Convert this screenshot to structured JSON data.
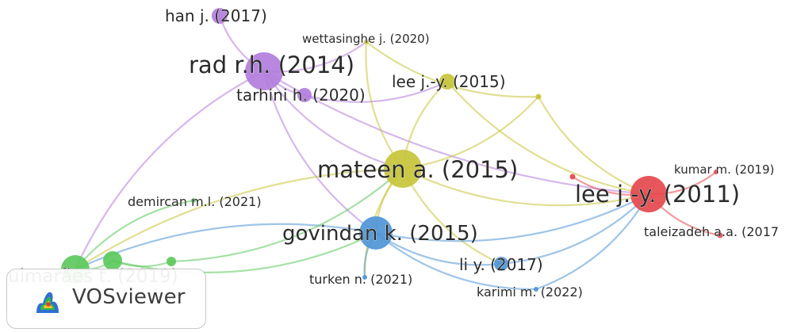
{
  "app": {
    "name": "VOSviewer"
  },
  "colors": {
    "purple": "#b27ddc",
    "yellow": "#c7c43a",
    "red": "#e5484d",
    "blue": "#4f95d6",
    "green": "#5cc95c"
  },
  "network": {
    "nodes": [
      {
        "id": "han2017",
        "label": "han j. (2017)",
        "cluster": "purple",
        "weight": 2
      },
      {
        "id": "rad2014",
        "label": "rad r.h. (2014)",
        "cluster": "purple",
        "weight": 10
      },
      {
        "id": "tarhini2020",
        "label": "tarhini h. (2020)",
        "cluster": "purple",
        "weight": 2
      },
      {
        "id": "wettasinghe2020",
        "label": "wettasinghe j. (2020)",
        "cluster": "yellow",
        "weight": 1
      },
      {
        "id": "lee2015",
        "label": "lee j.-y. (2015)",
        "cluster": "yellow",
        "weight": 2
      },
      {
        "id": "mateen2015",
        "label": "mateen a. (2015)",
        "cluster": "yellow",
        "weight": 9
      },
      {
        "id": "y_small",
        "label": "",
        "cluster": "yellow",
        "weight": 1
      },
      {
        "id": "lee2011",
        "label": "lee j.-y. (2011)",
        "cluster": "red",
        "weight": 9
      },
      {
        "id": "kumar2019",
        "label": "kumar m. (2019)",
        "cluster": "red",
        "weight": 1
      },
      {
        "id": "taleizadeh2017",
        "label": "taleizadeh a.a. (2017",
        "cluster": "red",
        "weight": 1
      },
      {
        "id": "r_small",
        "label": "",
        "cluster": "red",
        "weight": 1
      },
      {
        "id": "govindan2015",
        "label": "govindan k. (2015)",
        "cluster": "blue",
        "weight": 8
      },
      {
        "id": "li2017",
        "label": "li y. (2017)",
        "cluster": "blue",
        "weight": 2
      },
      {
        "id": "turken2021",
        "label": "turken n. (2021)",
        "cluster": "blue",
        "weight": 1
      },
      {
        "id": "karimi2022",
        "label": "karimi m. (2022)",
        "cluster": "blue",
        "weight": 1
      },
      {
        "id": "demircan2021",
        "label": "demircan m.l. (2021)",
        "cluster": "green",
        "weight": 1
      },
      {
        "id": "guimaraes2019",
        "label": "uimarães t. (2019)",
        "cluster": "green",
        "weight": 5
      },
      {
        "id": "g2",
        "label": "",
        "cluster": "green",
        "weight": 3
      },
      {
        "id": "g3",
        "label": "",
        "cluster": "green",
        "weight": 1
      }
    ],
    "links": [
      [
        "han2017",
        "rad2014"
      ],
      [
        "rad2014",
        "tarhini2020"
      ],
      [
        "rad2014",
        "wettasinghe2020"
      ],
      [
        "rad2014",
        "mateen2015"
      ],
      [
        "rad2014",
        "govindan2015"
      ],
      [
        "rad2014",
        "guimaraes2019"
      ],
      [
        "rad2014",
        "lee2011"
      ],
      [
        "tarhini2020",
        "lee2015"
      ],
      [
        "wettasinghe2020",
        "mateen2015"
      ],
      [
        "wettasinghe2020",
        "y_small"
      ],
      [
        "lee2015",
        "mateen2015"
      ],
      [
        "lee2015",
        "lee2011"
      ],
      [
        "y_small",
        "lee2011"
      ],
      [
        "mateen2015",
        "y_small"
      ],
      [
        "mateen2015",
        "lee2011"
      ],
      [
        "mateen2015",
        "govindan2015"
      ],
      [
        "mateen2015",
        "li2017"
      ],
      [
        "mateen2015",
        "guimaraes2019"
      ],
      [
        "mateen2015",
        "turken2021"
      ],
      [
        "r_small",
        "lee2011"
      ],
      [
        "govindan2015",
        "lee2011"
      ],
      [
        "govindan2015",
        "li2017"
      ],
      [
        "govindan2015",
        "turken2021"
      ],
      [
        "govindan2015",
        "karimi2022"
      ],
      [
        "govindan2015",
        "guimaraes2019"
      ],
      [
        "li2017",
        "lee2011"
      ],
      [
        "karimi2022",
        "lee2011"
      ],
      [
        "lee2011",
        "kumar2019"
      ],
      [
        "lee2011",
        "taleizadeh2017"
      ],
      [
        "demircan2021",
        "guimaraes2019"
      ],
      [
        "guimaraes2019",
        "g2"
      ],
      [
        "g2",
        "g3"
      ],
      [
        "g3",
        "mateen2015"
      ],
      [
        "g2",
        "govindan2015"
      ]
    ]
  }
}
